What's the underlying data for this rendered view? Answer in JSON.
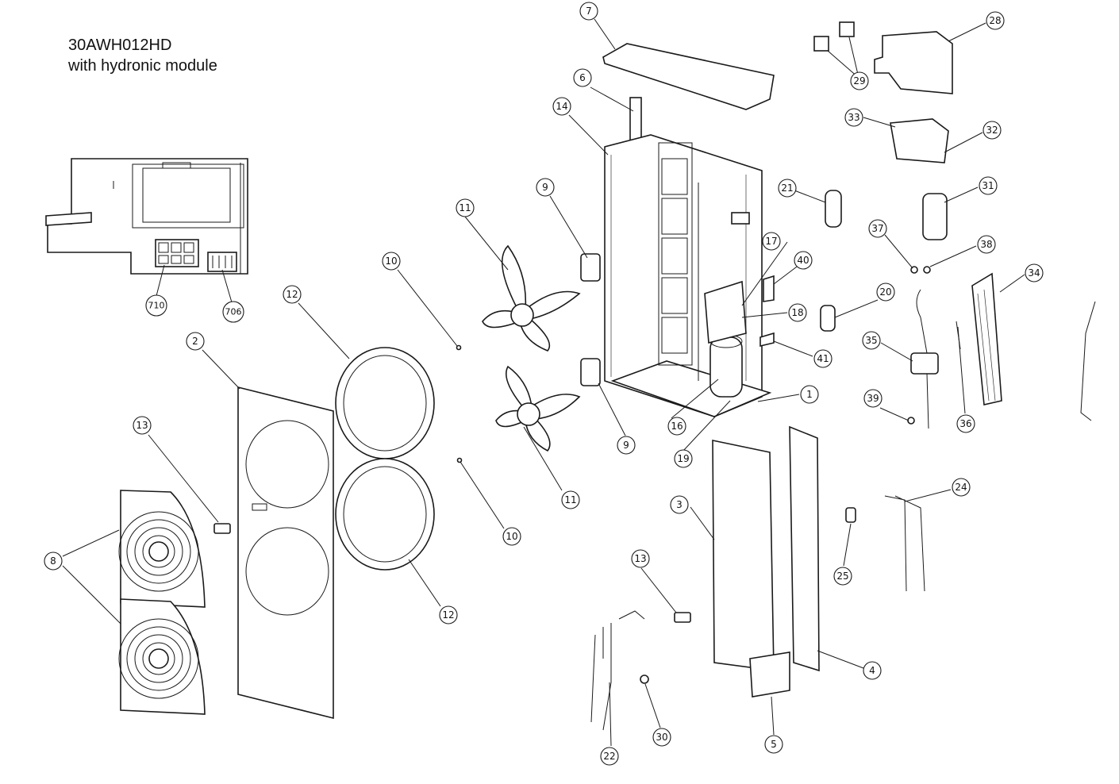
{
  "header": {
    "model": "30AWH012HD",
    "subtitle": "with hydronic module"
  },
  "callouts": [
    "1",
    "2",
    "3",
    "4",
    "5",
    "6",
    "7",
    "8",
    "9",
    "9",
    "10",
    "10",
    "11",
    "11",
    "12",
    "12",
    "13",
    "13",
    "14",
    "16",
    "17",
    "18",
    "19",
    "20",
    "21",
    "22",
    "24",
    "25",
    "28",
    "29",
    "30",
    "31",
    "32",
    "33",
    "34",
    "35",
    "36",
    "37",
    "38",
    "39",
    "40",
    "41",
    "706",
    "710"
  ]
}
